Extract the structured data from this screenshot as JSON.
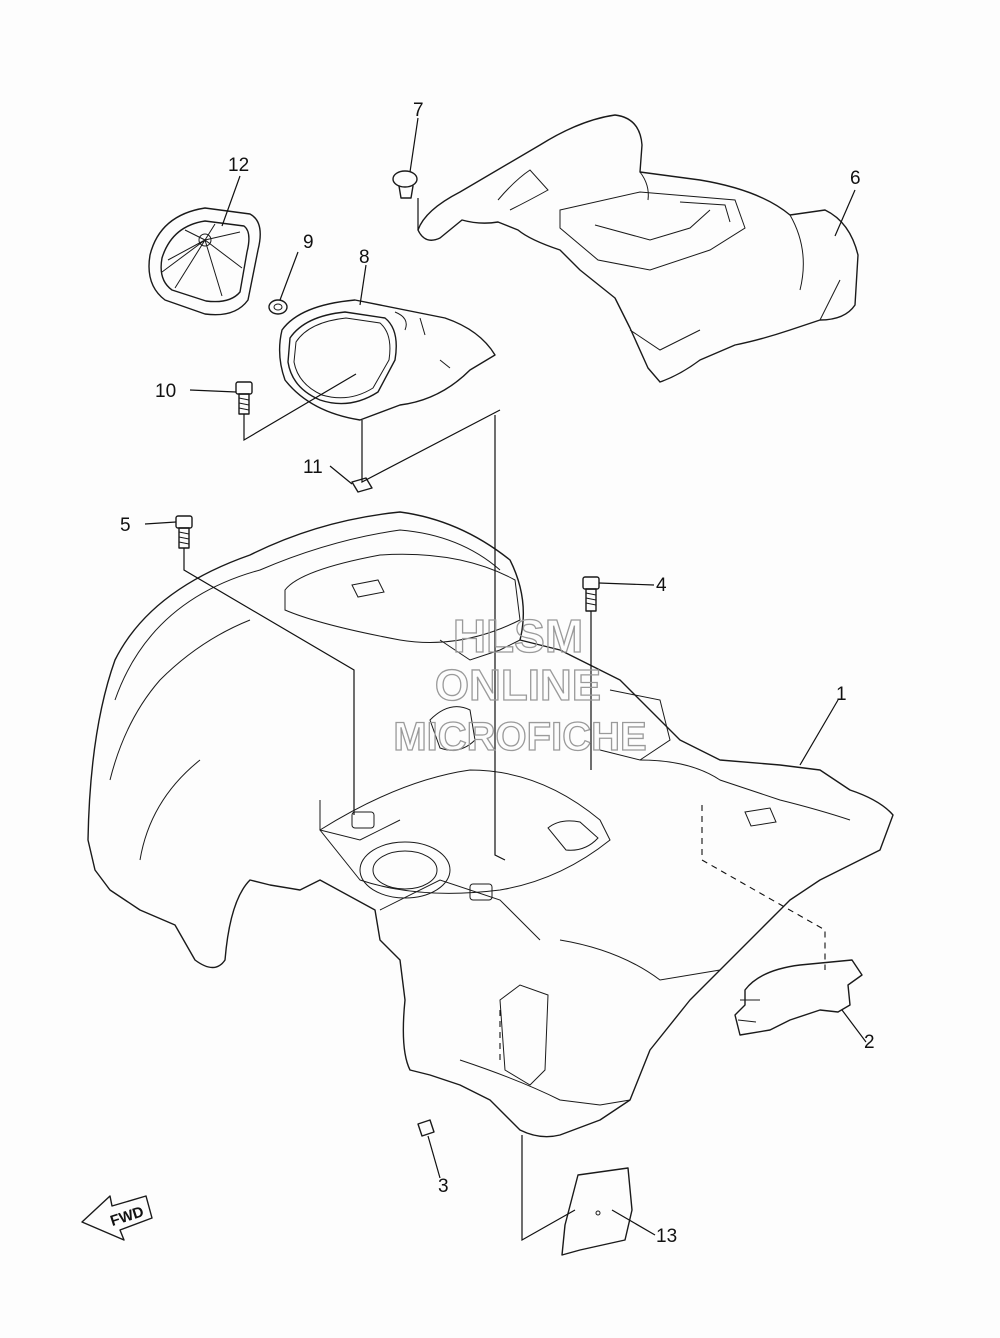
{
  "callouts": [
    "1",
    "2",
    "3",
    "4",
    "5",
    "6",
    "7",
    "8",
    "9",
    "10",
    "11",
    "12",
    "13"
  ],
  "direction": {
    "label": "FWD"
  },
  "watermark": {
    "line1": "HLSM",
    "line2": "ONLINE",
    "line3": "MICROFICHE"
  }
}
